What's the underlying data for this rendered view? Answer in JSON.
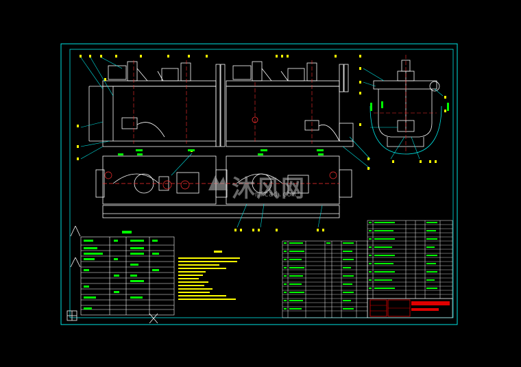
{
  "drawing": {
    "watermark": "沐风网",
    "watermark_sub": "mfcad.com",
    "watermark_logo": "mfcad-logo",
    "colors": {
      "background": "#000000",
      "frame": "#00e5e5",
      "outline": "#ffffff",
      "callout": "#ffff00",
      "table_text": "#00ff00",
      "center_line": "#ff3030",
      "red_stamp": "#e00000"
    }
  },
  "icons": [
    "mfcad-logo"
  ]
}
